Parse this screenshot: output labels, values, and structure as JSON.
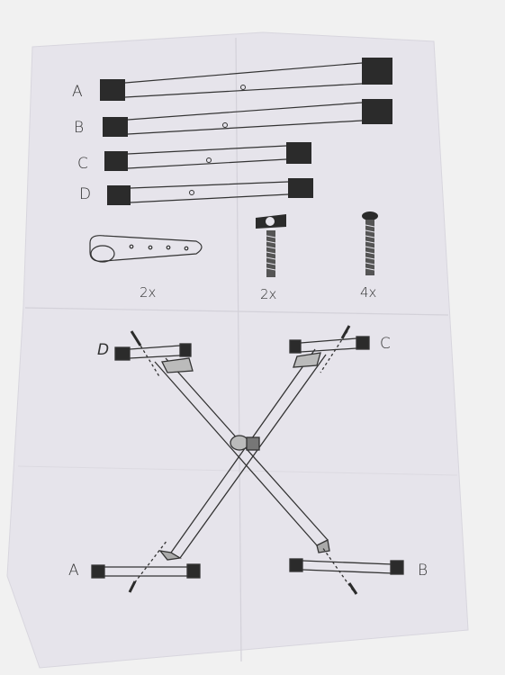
{
  "parts": {
    "tube_labels": [
      "A",
      "B",
      "C",
      "D"
    ],
    "quantities": [
      "2x",
      "2x",
      "4x"
    ]
  },
  "assembly": {
    "corner_labels": {
      "top_left": "D",
      "top_right": "C",
      "bottom_left": "A",
      "bottom_right": "B"
    }
  },
  "colors": {
    "paper": "#e7e5ec",
    "ink": "#2b2b2b",
    "background": "#f1f1f1"
  }
}
